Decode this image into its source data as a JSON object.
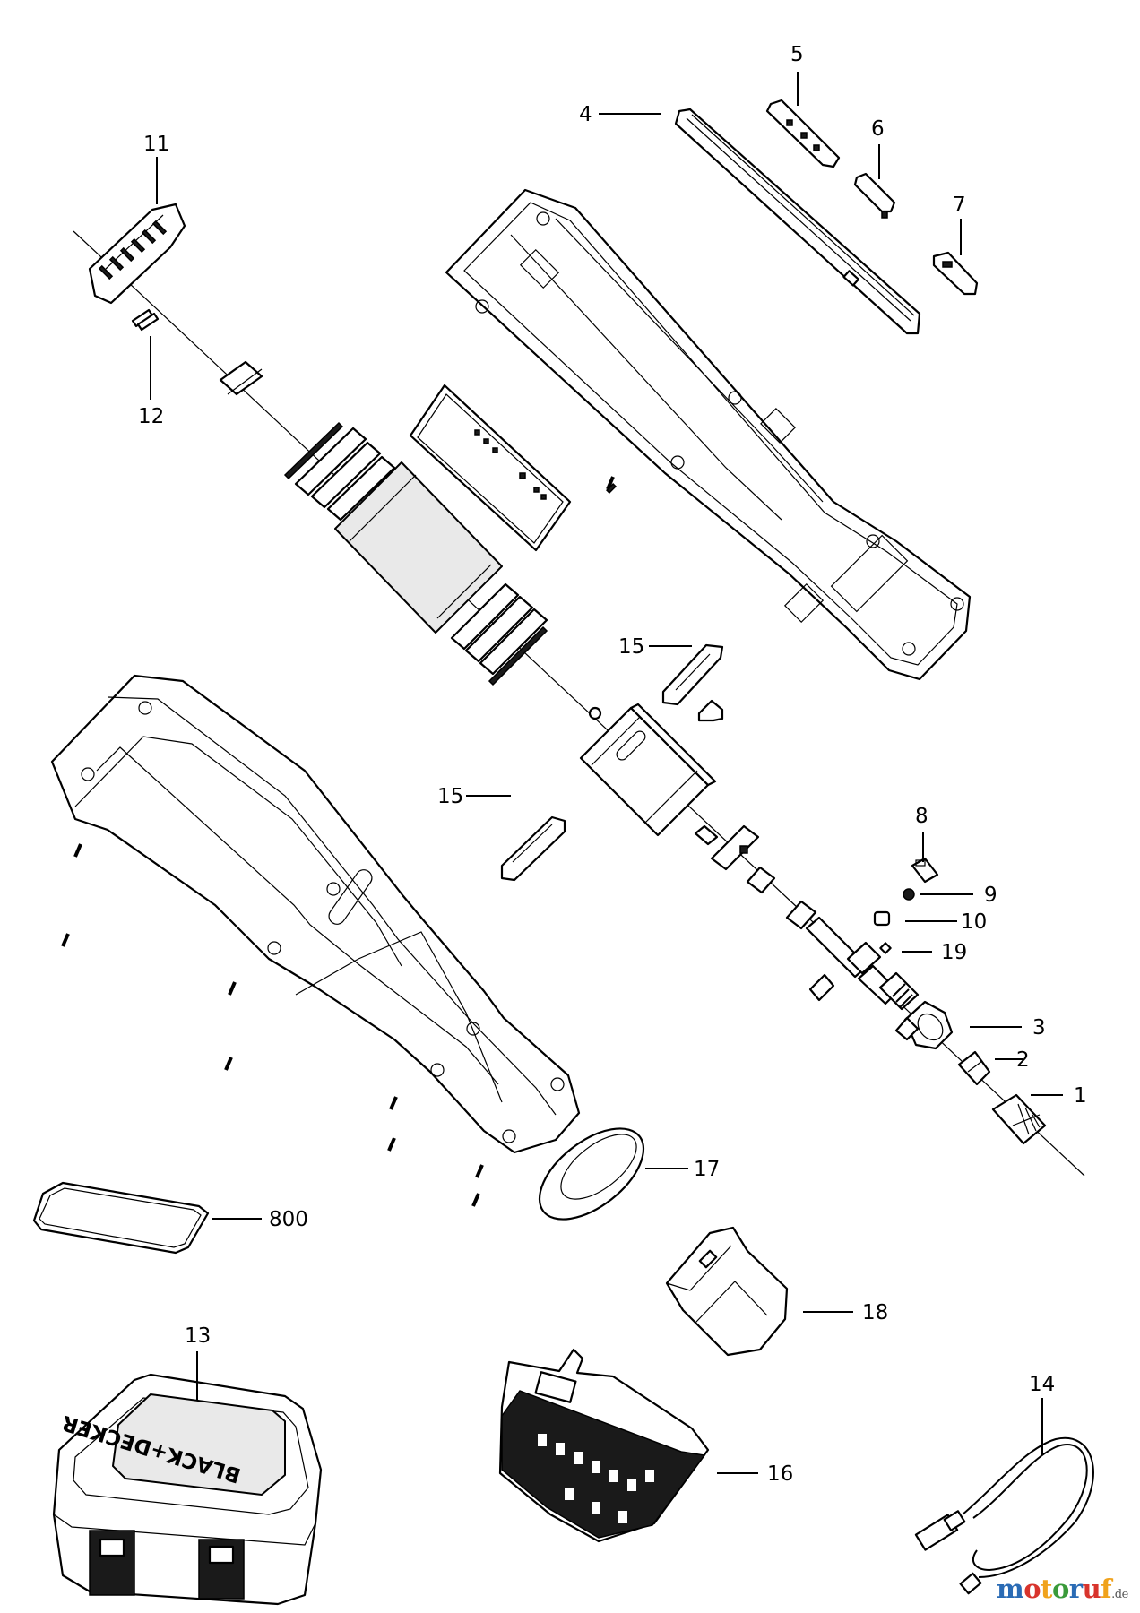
{
  "callouts": [
    {
      "id": "c4",
      "text": "4"
    },
    {
      "id": "c5",
      "text": "5"
    },
    {
      "id": "c6",
      "text": "6"
    },
    {
      "id": "c7",
      "text": "7"
    },
    {
      "id": "c11",
      "text": "11"
    },
    {
      "id": "c12",
      "text": "12"
    },
    {
      "id": "c15a",
      "text": "15"
    },
    {
      "id": "c15b",
      "text": "15"
    },
    {
      "id": "c8",
      "text": "8"
    },
    {
      "id": "c9",
      "text": "9"
    },
    {
      "id": "c10",
      "text": "10"
    },
    {
      "id": "c19",
      "text": "19"
    },
    {
      "id": "c3",
      "text": "3"
    },
    {
      "id": "c2",
      "text": "2"
    },
    {
      "id": "c1",
      "text": "1"
    },
    {
      "id": "c17",
      "text": "17"
    },
    {
      "id": "c800",
      "text": "800"
    },
    {
      "id": "c18",
      "text": "18"
    },
    {
      "id": "c13",
      "text": "13"
    },
    {
      "id": "c14",
      "text": "14"
    },
    {
      "id": "c16",
      "text": "16"
    }
  ],
  "case_brand": "BLACK+DECKER",
  "watermark": {
    "main": "motoruf",
    "suffix": ".de",
    "colors": [
      "#2a6bb5",
      "#d8342c",
      "#f0a21c",
      "#3a9a3a",
      "#2a6bb5",
      "#d8342c",
      "#f0a21c"
    ]
  }
}
